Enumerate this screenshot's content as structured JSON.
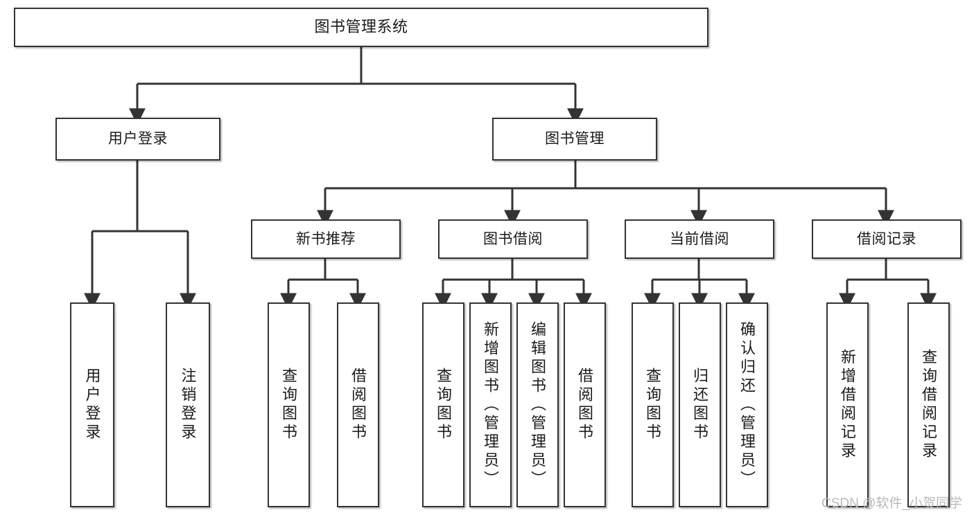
{
  "diagram": {
    "title": "图书管理系统",
    "type": "tree-hierarchy-chart",
    "root": {
      "id": "root",
      "label": "图书管理系统"
    },
    "level2": [
      {
        "id": "user-login",
        "label": "用户登录"
      },
      {
        "id": "book-manage",
        "label": "图书管理"
      }
    ],
    "level3": [
      {
        "id": "new-book-rec",
        "label": "新书推荐"
      },
      {
        "id": "book-borrow",
        "label": "图书借阅"
      },
      {
        "id": "current-borrow",
        "label": "当前借阅"
      },
      {
        "id": "borrow-record",
        "label": "借阅记录"
      }
    ],
    "leaves": {
      "user_login": [
        {
          "id": "leaf-user-login",
          "label": "用户登录"
        },
        {
          "id": "leaf-logout-login",
          "label": "注销登录"
        }
      ],
      "new_book_rec": [
        {
          "id": "leaf-query-book-1",
          "label": "查询图书"
        },
        {
          "id": "leaf-borrow-book-1",
          "label": "借阅图书"
        }
      ],
      "book_borrow": [
        {
          "id": "leaf-query-book-2",
          "label": "查询图书"
        },
        {
          "id": "leaf-add-book",
          "label": "新增图书（管理员）"
        },
        {
          "id": "leaf-edit-book",
          "label": "编辑图书（管理员）"
        },
        {
          "id": "leaf-borrow-book-2",
          "label": "借阅图书"
        }
      ],
      "current_borrow": [
        {
          "id": "leaf-query-book-3",
          "label": "查询图书"
        },
        {
          "id": "leaf-return-book",
          "label": "归还图书"
        },
        {
          "id": "leaf-confirm-return",
          "label": "确认归还（管理员）"
        }
      ],
      "borrow_record": [
        {
          "id": "leaf-add-record",
          "label": "新增借阅记录"
        },
        {
          "id": "leaf-query-record",
          "label": "查询借阅记录"
        }
      ]
    }
  },
  "watermark": {
    "text": "CSDN @软件_小贺同学"
  },
  "colors": {
    "box_border": "#333333",
    "box_fill": "#ffffff",
    "edge": "#333333",
    "text": "#1a1a1a",
    "watermark": "#b9b9b9",
    "page_background": "#ffffff"
  }
}
